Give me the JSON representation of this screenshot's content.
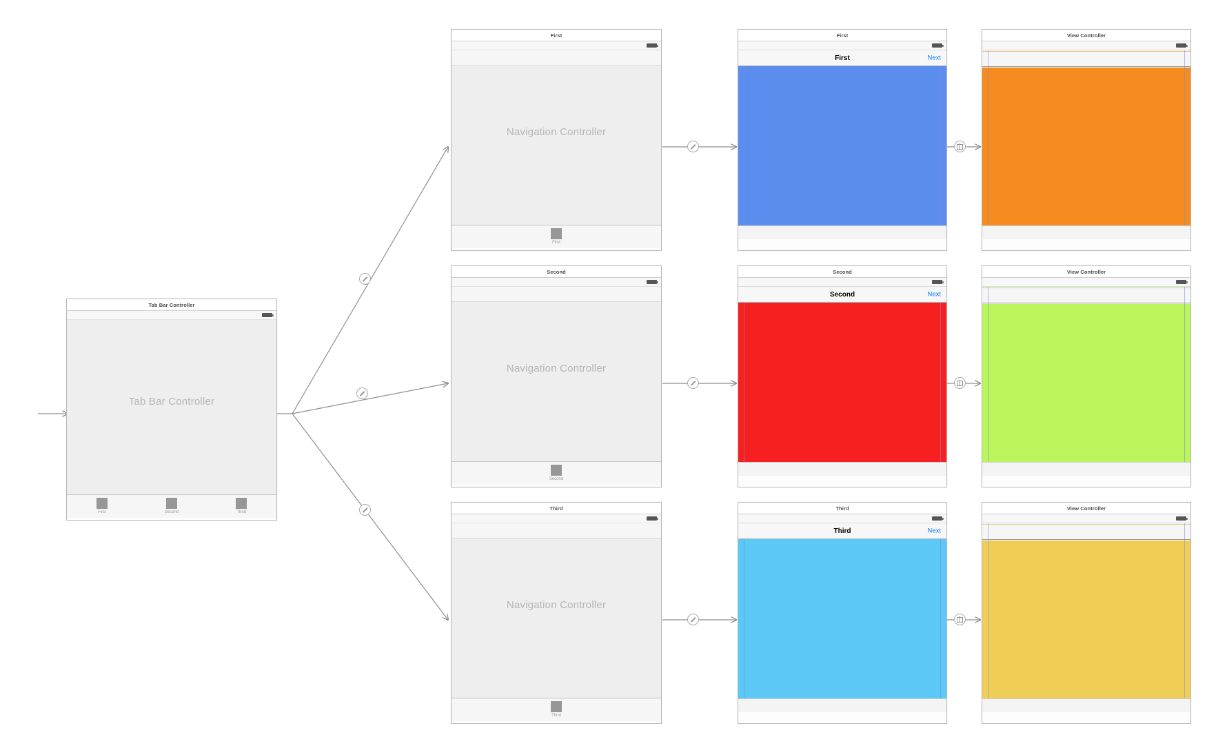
{
  "app": {
    "tool": "Interface Builder Storyboard Canvas",
    "background": "#ffffff"
  },
  "colors": {
    "first_view": "#5b8def",
    "first_detail_view": "#f68b1f",
    "second_view": "#f72020",
    "second_detail_view": "#baf55c",
    "third_view": "#5bc8f5",
    "third_detail_view": "#f0ce55",
    "tint_blue": "#0a7cff",
    "placeholder_gray": "#b6b6b6",
    "scene_border": "#b8b8b8"
  },
  "entry_point": {
    "name": "initial-view-controller-arrow"
  },
  "scenes": {
    "tab_bar_controller": {
      "title": "Tab Bar Controller",
      "placeholder": "Tab Bar Controller",
      "tab_items": [
        {
          "label": "First"
        },
        {
          "label": "Second"
        },
        {
          "label": "Third"
        }
      ]
    },
    "nav_first": {
      "title": "First",
      "placeholder": "Navigation Controller",
      "tab_item": {
        "label": "First"
      }
    },
    "nav_second": {
      "title": "Second",
      "placeholder": "Navigation Controller",
      "tab_item": {
        "label": "Second"
      }
    },
    "nav_third": {
      "title": "Third",
      "placeholder": "Navigation Controller",
      "tab_item": {
        "label": "Third"
      }
    },
    "first": {
      "title": "First",
      "nav_title": "First",
      "nav_button": "Next",
      "view_color": "#5b8def"
    },
    "second": {
      "title": "Second",
      "nav_title": "Second",
      "nav_button": "Next",
      "view_color": "#f72020"
    },
    "third": {
      "title": "Third",
      "nav_title": "Third",
      "nav_button": "Next",
      "view_color": "#5bc8f5"
    },
    "detail_first": {
      "title": "View Controller",
      "view_color": "#f68b1f"
    },
    "detail_second": {
      "title": "View Controller",
      "view_color": "#baf55c"
    },
    "detail_third": {
      "title": "View Controller",
      "view_color": "#f0ce55"
    }
  },
  "segues": [
    {
      "name": "relationship-tabbar-to-nav-first",
      "kind": "relationship"
    },
    {
      "name": "relationship-tabbar-to-nav-second",
      "kind": "relationship"
    },
    {
      "name": "relationship-tabbar-to-nav-third",
      "kind": "relationship"
    },
    {
      "name": "relationship-nav-first-to-first",
      "kind": "relationship"
    },
    {
      "name": "relationship-nav-second-to-second",
      "kind": "relationship"
    },
    {
      "name": "relationship-nav-third-to-third",
      "kind": "relationship"
    },
    {
      "name": "show-first-to-detail",
      "kind": "show"
    },
    {
      "name": "show-second-to-detail",
      "kind": "show"
    },
    {
      "name": "show-third-to-detail",
      "kind": "show"
    }
  ]
}
